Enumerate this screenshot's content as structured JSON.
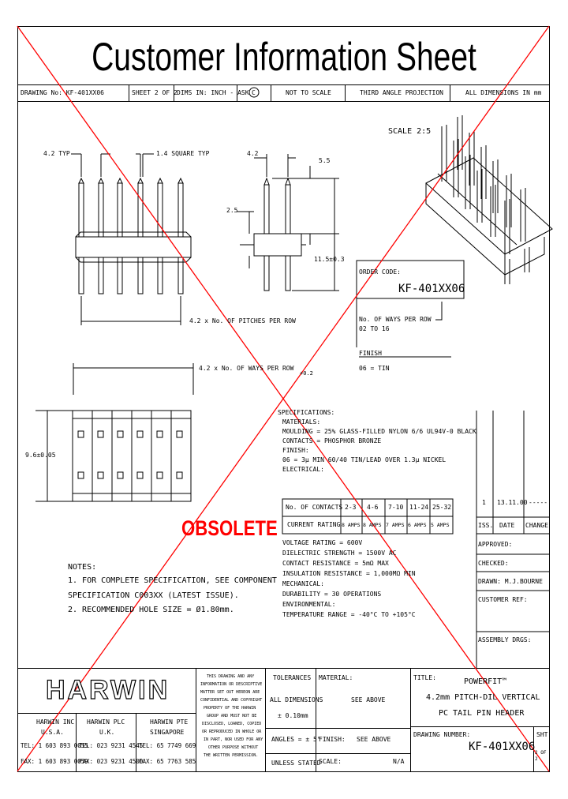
{
  "title": "Customer Information Sheet",
  "header": {
    "drawing_no": "DRAWING No: KF-401XX06",
    "sheet": "SHEET 2 OF 2",
    "dims_in": "DIMS IN: INCH - ASK",
    "copyright_mark": "C",
    "not_to_scale": "NOT TO SCALE",
    "projection": "THIRD ANGLE PROJECTION",
    "all_dims": "ALL DIMENSIONS IN mm"
  },
  "scale": "SCALE 2:5",
  "dims": {
    "typ_pitch": "4.2 TYP",
    "square_typ": "1.4 SQUARE TYP",
    "pin_pitch": "4.2",
    "top_len": "5.5",
    "side_25": "2.5",
    "overall": "11.5±0.3",
    "pitches_row": "4.2 x No. OF PITCHES PER ROW",
    "ways_row": "4.2 x No. OF WAYS PER ROW",
    "ways_tol": "+0.2",
    "width_96": "9.6±0.05"
  },
  "order_code": {
    "label": "ORDER CODE:",
    "code": "KF-401XX06",
    "ways_label": "No. OF WAYS PER ROW",
    "ways_range": "02 TO 16",
    "finish_label": "FINISH",
    "finish_value": "06 = TIN"
  },
  "obsolete": "OBSOLETE",
  "specs": {
    "heading": "SPECIFICATIONS:",
    "lines": [
      "MATERIALS:",
      "MOULDING = 25% GLASS-FILLED NYLON 6/6 UL94V-0 BLACK",
      "CONTACTS = PHOSPHOR BRONZE",
      "FINISH:",
      "06 = 3μ MIN 60/40 TIN/LEAD OVER 1.3μ NICKEL",
      "ELECTRICAL:"
    ],
    "table": {
      "headers": [
        "No. OF CONTACTS",
        "2-3",
        "4-6",
        "7-10",
        "11-24",
        "25-32"
      ],
      "row_label": "CURRENT RATING",
      "row": [
        "8 AMPS",
        "8 AMPS",
        "7 AMPS",
        "6 AMPS",
        "5 AMPS"
      ]
    },
    "lines2": [
      "VOLTAGE RATING = 600V",
      "DIELECTRIC STRENGTH = 1500V AC",
      "CONTACT RESISTANCE = 5mΩ MAX",
      "INSULATION RESISTANCE = 1,000MΩ MIN",
      "MECHANICAL:",
      "DURABILITY = 30 OPERATIONS",
      "ENVIRONMENTAL:",
      "TEMPERATURE RANGE = -40°C TO +105°C"
    ]
  },
  "notes": {
    "heading": "NOTES:",
    "lines": [
      "1. FOR COMPLETE SPECIFICATION, SEE COMPONENT",
      "   SPECIFICATION C003XX (LATEST ISSUE).",
      "2. RECOMMENDED HOLE SIZE = Ø1.80mm."
    ]
  },
  "revision": {
    "iss": "1",
    "date": "13.11.00",
    "change": "-----",
    "iss_label": "ISS.",
    "date_label": "DATE",
    "change_label": "CHANGE",
    "approved": "APPROVED:",
    "checked": "CHECKED:",
    "drawn": "DRAWN: M.J.BOURNE",
    "customer_ref": "CUSTOMER REF:",
    "assembly_drgs": "ASSEMBLY DRGS:"
  },
  "company": {
    "logo": "HARWIN",
    "addresses": [
      {
        "name": "HARWIN INC",
        "country": "U.S.A."
      },
      {
        "name": "HARWIN PLC",
        "country": "U.K."
      },
      {
        "name": "HARWIN PTE",
        "country": "SINGAPORE"
      }
    ],
    "tel": [
      "TEL: 1 603 893 0055",
      "TEL: 023 9231 4545",
      "TEL: 65 7749 669"
    ],
    "fax": [
      "FAX: 1 603 893 0059",
      "FAX: 023 9231 4500",
      "FAX: 65 7763 585"
    ],
    "confidential": [
      "THIS DRAWING AND ANY",
      "INFORMATION OR DESCRIPTIVE",
      "MATTER SET OUT HEREON ARE",
      "CONFIDENTIAL AND COPYRIGHT",
      "PROPERTY OF THE HARWIN",
      "GROUP AND MUST NOT BE",
      "DISCLOSED, LOANED, COPIED",
      "OR REPRODUCED IN WHOLE OR",
      "IN PART, NOR USED FOR ANY",
      "OTHER PURPOSE WITHOUT",
      "THE WRITTEN PERMISSION."
    ]
  },
  "titleblock": {
    "tolerances": "TOLERANCES",
    "all_dims": "ALL DIMENSIONS",
    "tol_value": "± 0.10mm",
    "angles": "ANGLES = ± 5°",
    "unless": "UNLESS STATED",
    "material_label": "MATERIAL:",
    "material_value": "SEE ABOVE",
    "finish_label": "FINISH:",
    "finish_value": "SEE ABOVE",
    "scale_label": "SCALE:",
    "scale_value": "N/A",
    "title_label": "TITLE:",
    "title_lines": [
      "POWERFIT™",
      "4.2mm PITCH-DIL VERTICAL",
      "PC TAIL PIN HEADER"
    ],
    "drawing_number_label": "DRAWING NUMBER:",
    "drawing_number": "KF-401XX06",
    "sht_label": "SHT",
    "sht_value": "2 OF 2"
  },
  "colors": {
    "obsolete": "#ff0000",
    "cross": "#ff0000"
  }
}
